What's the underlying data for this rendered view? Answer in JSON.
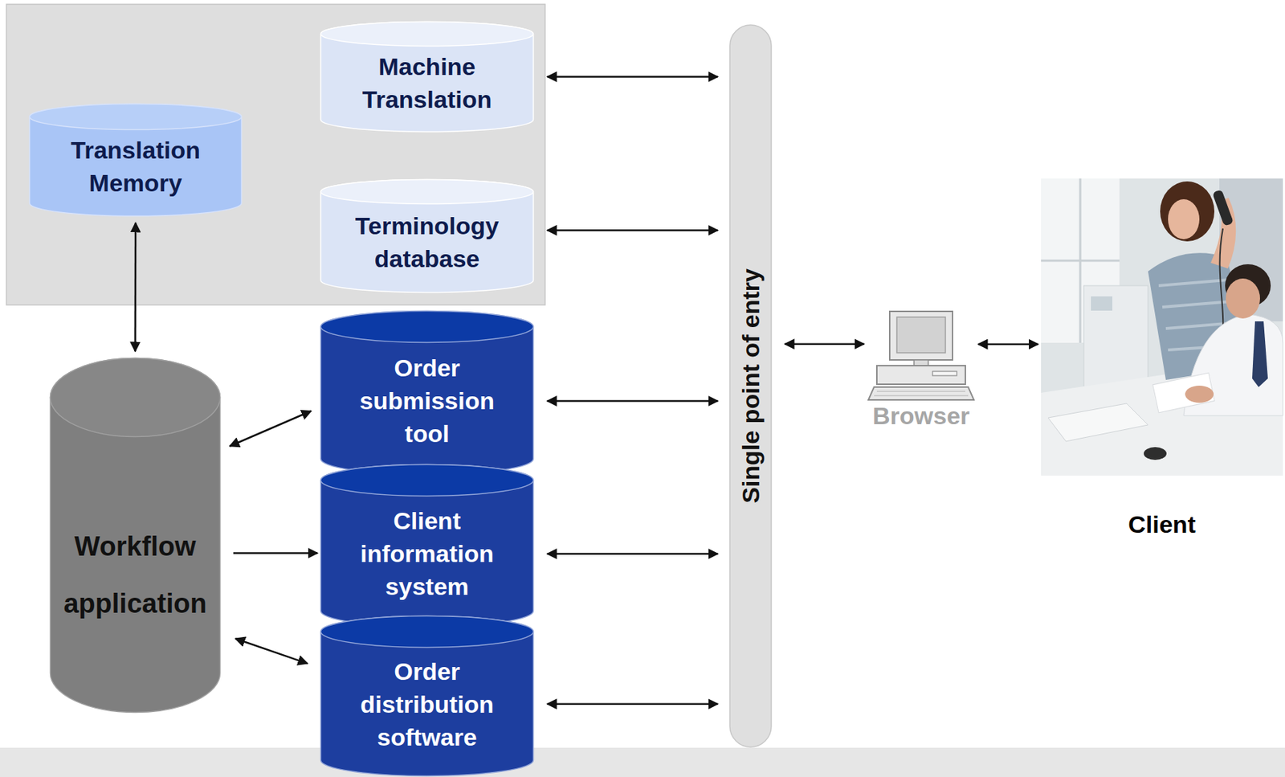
{
  "diagram": {
    "nodes": [
      {
        "text": [
          "Translation Memory"
        ]
      },
      {
        "text": [
          "Machine Translation"
        ]
      },
      {
        "text": [
          "Terminology database"
        ]
      },
      {
        "text": [
          "Workflow application"
        ]
      },
      {
        "text": [
          "Order submission tool"
        ]
      },
      {
        "text": [
          "Client information system"
        ]
      },
      {
        "text": [
          "Order distribution software"
        ]
      },
      {
        "text": [
          "Single point of entry"
        ]
      },
      {
        "text": [
          "Browser"
        ]
      },
      {
        "text": [
          "Client"
        ]
      }
    ],
    "edges": [
      {
        "from": 3,
        "to": 0,
        "arrow": "both"
      },
      {
        "from": 1,
        "to": 7,
        "arrow": "both"
      },
      {
        "from": 2,
        "to": 7,
        "arrow": "both"
      },
      {
        "from": 4,
        "to": 7,
        "arrow": "both"
      },
      {
        "from": 5,
        "to": 7,
        "arrow": "both"
      },
      {
        "from": 6,
        "to": 7,
        "arrow": "both"
      },
      {
        "from": 3,
        "to": 4,
        "arrow": "both"
      },
      {
        "from": 3,
        "to": 5,
        "arrow": "to"
      },
      {
        "from": 3,
        "to": 6,
        "arrow": "both"
      },
      {
        "from": 7,
        "to": 8,
        "arrow": "both"
      },
      {
        "from": 8,
        "to": 9,
        "arrow": "both"
      }
    ]
  }
}
